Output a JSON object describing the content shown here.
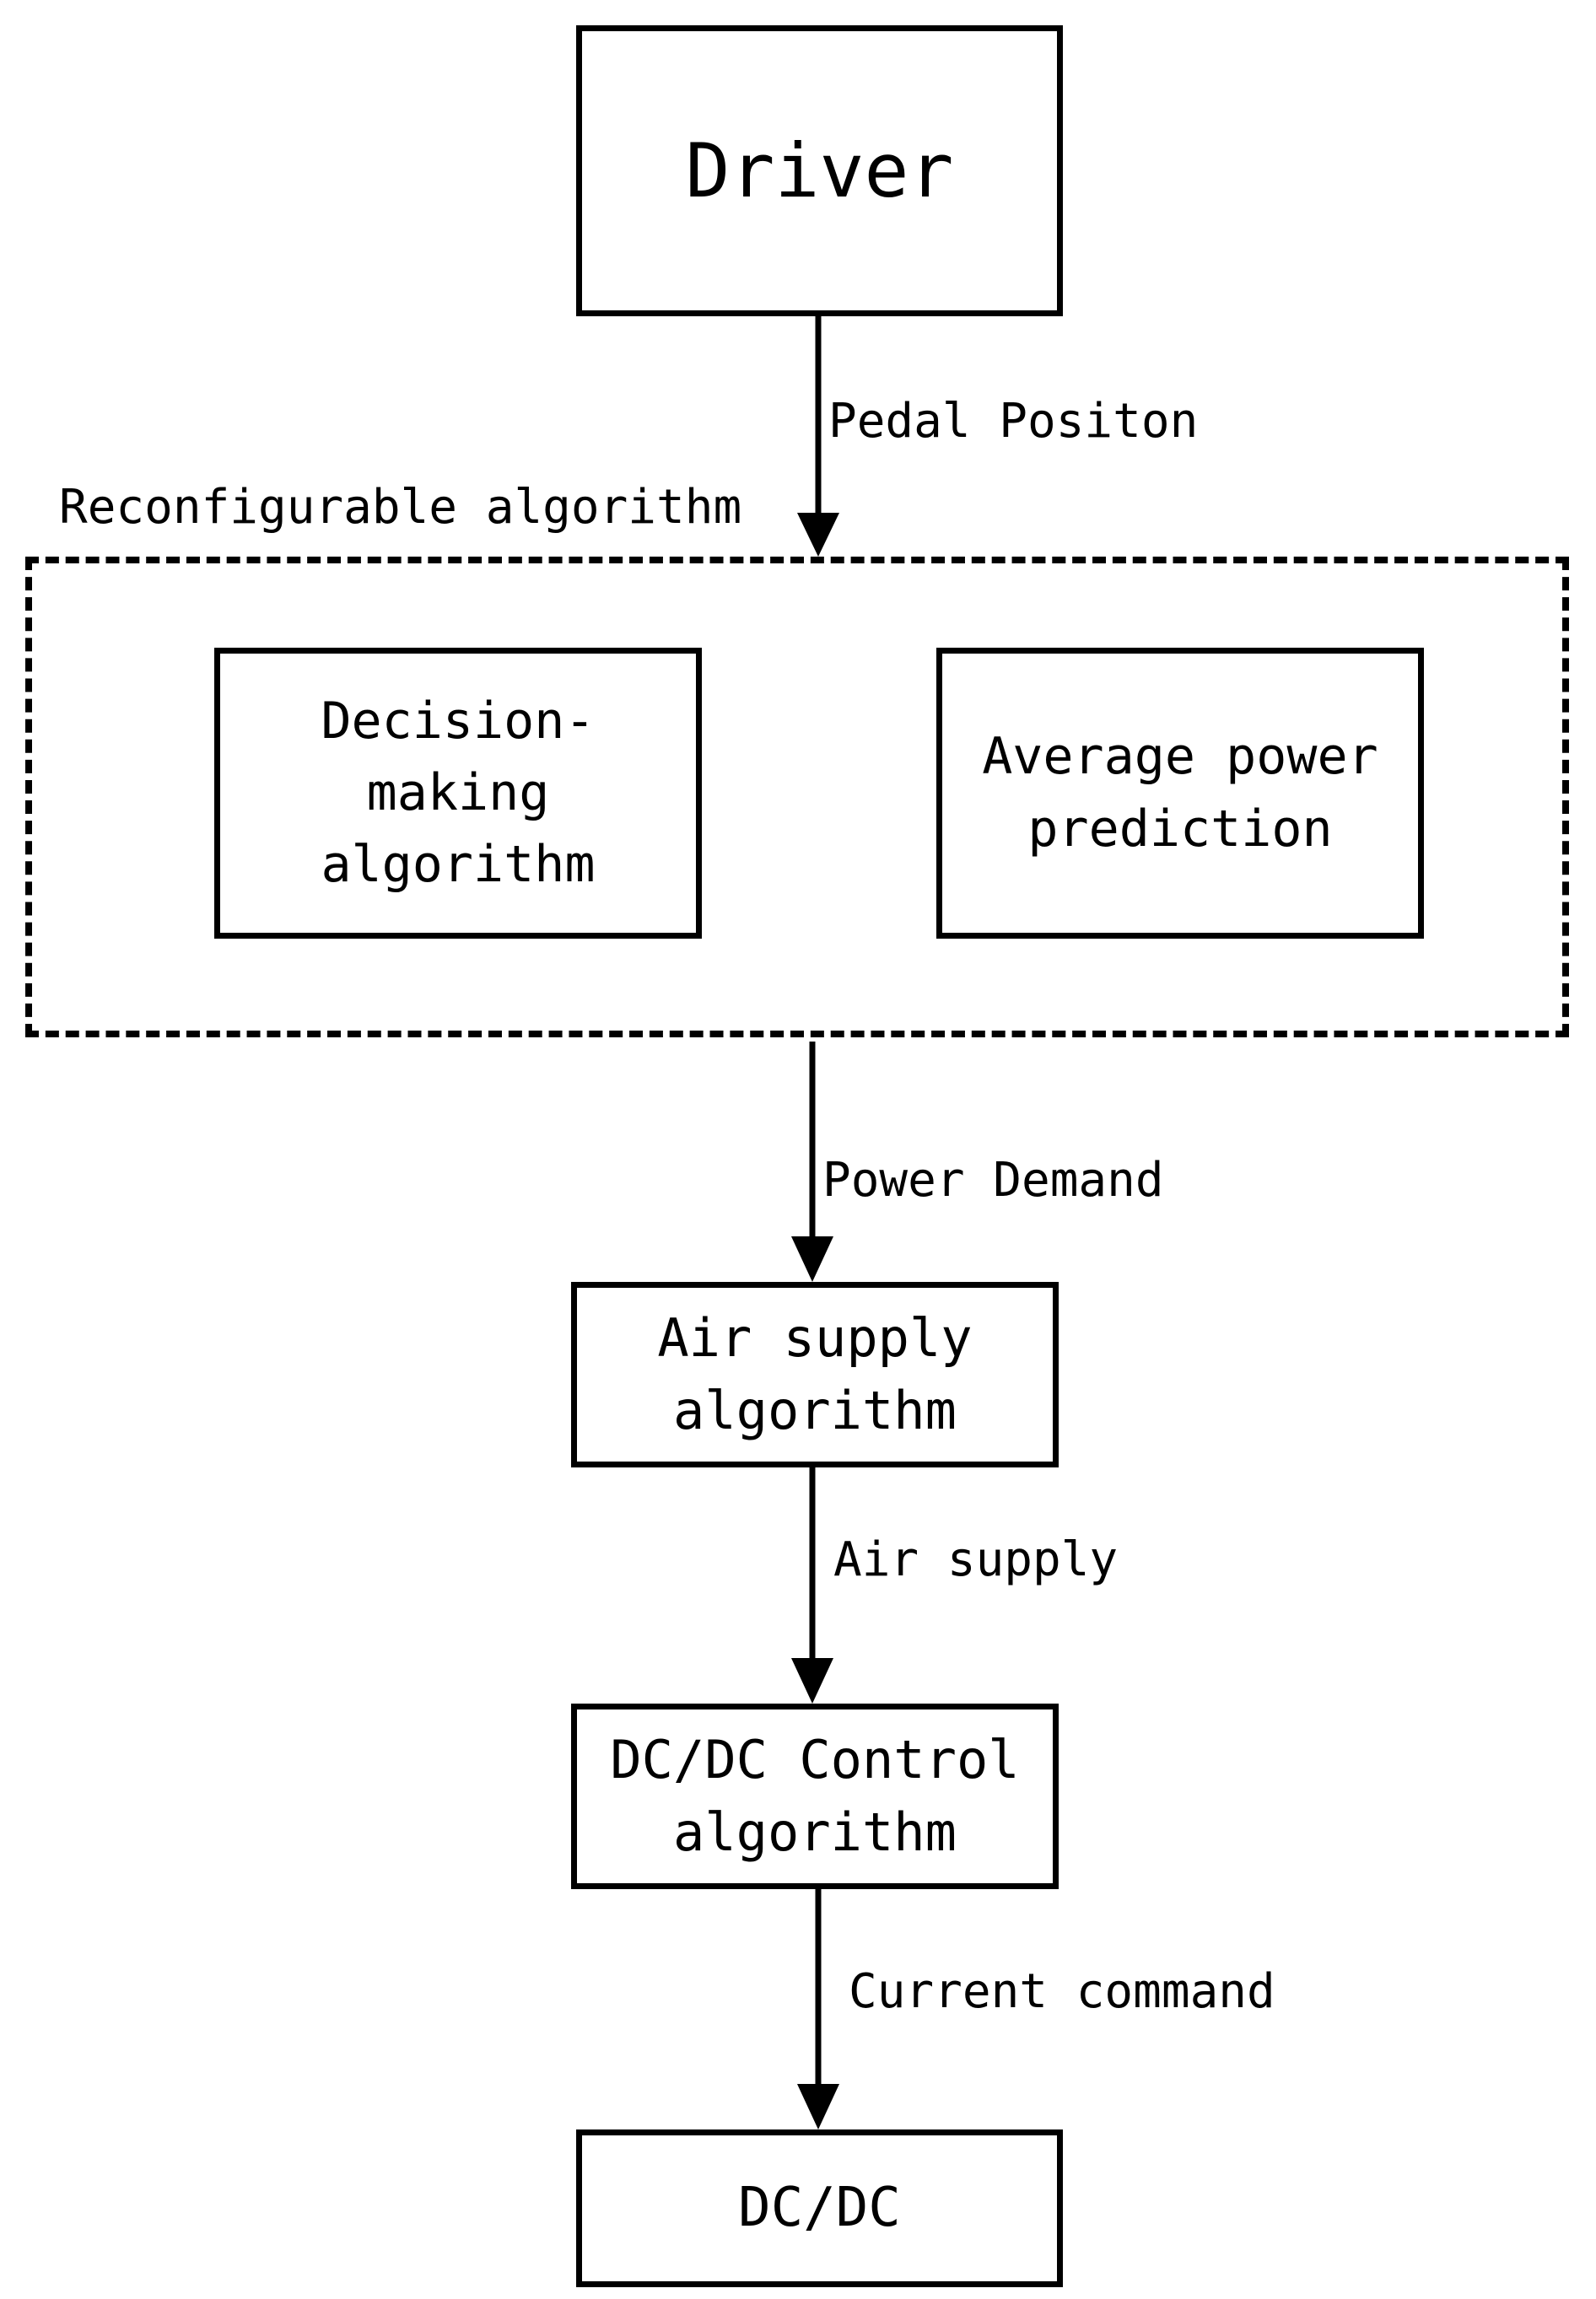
{
  "nodes": {
    "driver": "Driver",
    "decision": "Decision-\nmaking\nalgorithm",
    "average_power": "Average power\nprediction",
    "air_supply_algorithm": "Air supply\nalgorithm",
    "dcdc_control": "DC/DC Control\nalgorithm",
    "dcdc": "DC/DC"
  },
  "group": {
    "label": "Reconfigurable algorithm"
  },
  "edges": {
    "pedal_position": "Pedal Positon",
    "power_demand": "Power Demand",
    "air_supply": "Air supply",
    "current_command": "Current command"
  }
}
